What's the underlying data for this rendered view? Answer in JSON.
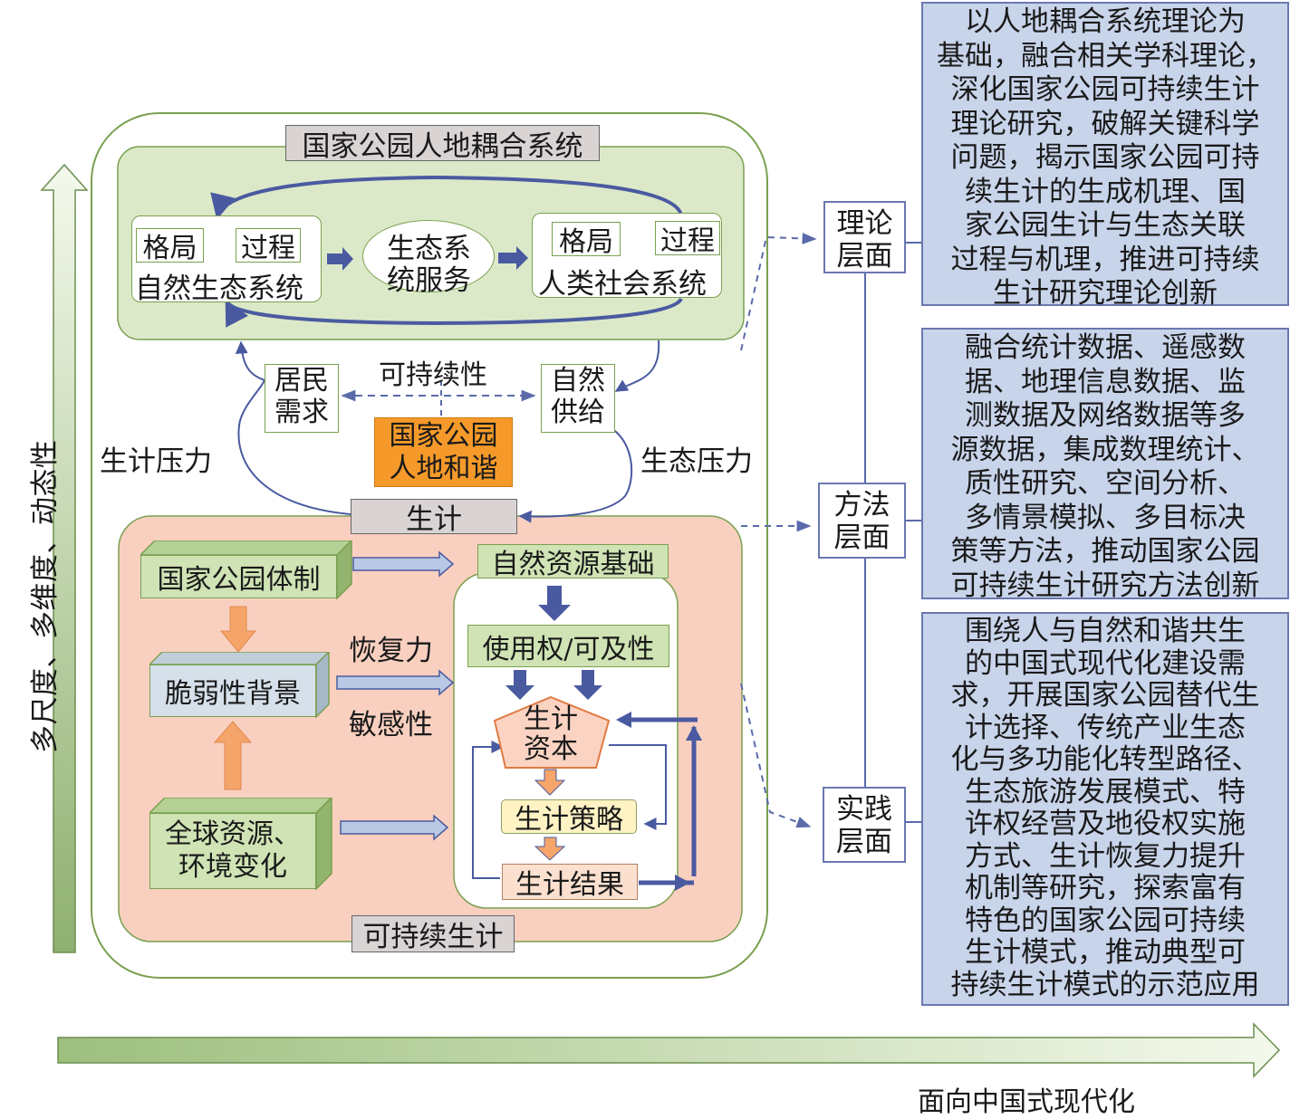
{
  "axes": {
    "vertical_label": "多尺度、多维度、动态性",
    "horizontal_label": "面向中国式现代化"
  },
  "coupling_system": {
    "title": "国家公园人地耦合系统",
    "natural_system": {
      "pattern": "格局",
      "process": "过程",
      "label": "自然生态系统"
    },
    "ecosystem_services": [
      "生态系",
      "统服务"
    ],
    "human_system": {
      "pattern": "格局",
      "process": "过程",
      "label": "人类社会系统"
    }
  },
  "middle": {
    "resident_demand": [
      "居民",
      "需求"
    ],
    "natural_supply": [
      "自然",
      "供给"
    ],
    "sustainability": "可持续性",
    "harmony": [
      "国家公园",
      "人地和谐"
    ],
    "livelihood_pressure": "生计压力",
    "ecological_pressure": "生态压力",
    "livelihood": "生计"
  },
  "sustainable_livelihood": {
    "title": "可持续生计",
    "institution": "国家公园体制",
    "vulnerability": "脆弱性背景",
    "global_change": [
      "全球资源、",
      "环境变化"
    ],
    "resilience": "恢复力",
    "sensitivity": "敏感性",
    "natural_resource_base": "自然资源基础",
    "use_rights": "使用权/可及性",
    "capital": [
      "生计",
      "资本"
    ],
    "strategy": "生计策略",
    "outcome": "生计结果"
  },
  "levels": [
    {
      "name": [
        "理论",
        "层面"
      ],
      "description": [
        "以人地耦合系统理论为",
        "基础，融合相关学科理论，",
        "深化国家公园可持续生计",
        "理论研究，破解关键科学",
        "问题，揭示国家公园可持",
        "续生计的生成机理、国",
        "家公园生计与生态关联",
        "过程与机理，推进可持续",
        "生计研究理论创新"
      ]
    },
    {
      "name": [
        "方法",
        "层面"
      ],
      "description": [
        "融合统计数据、遥感数",
        "据、地理信息数据、监",
        "测数据及网络数据等多",
        "源数据，集成数理统计、",
        "质性研究、空间分析、",
        "多情景模拟、多目标决",
        "策等方法，推动国家公园",
        "可持续生计研究方法创新"
      ]
    },
    {
      "name": [
        "实践",
        "层面"
      ],
      "description": [
        "围绕人与自然和谐共生",
        "的中国式现代化建设需",
        "求，开展国家公园替代生",
        "计选择、传统产业生态",
        "化与多功能化转型路径、",
        "生态旅游发展模式、特",
        "许权经营及地役权实施",
        "方式、生计恢复力提升",
        "机制等研究，探索富有",
        "特色的国家公园可持续",
        "生计模式，推动典型可",
        "持续生计模式的示范应用"
      ]
    }
  ]
}
